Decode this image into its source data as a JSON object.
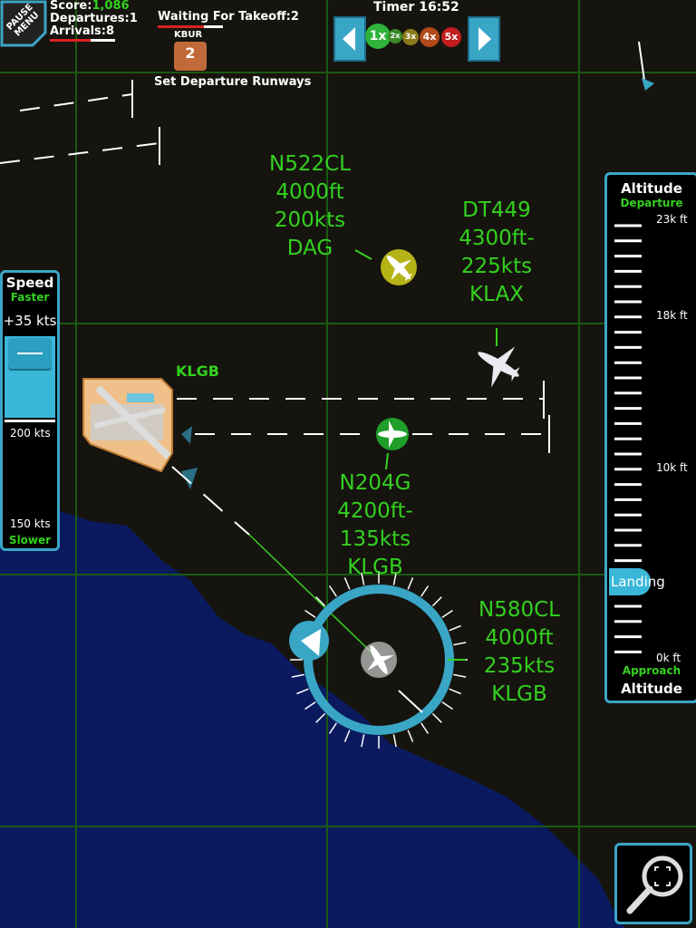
{
  "colors": {
    "ground": "#16140f",
    "water": "#0b1a5e",
    "grid": "#1a5a12",
    "label_green": "#33d11f",
    "panel_border": "#3aa6c6"
  },
  "hud": {
    "pause_menu": "PAUSE MENU",
    "score_label": "Score:",
    "score_value": "1,086",
    "departures": "Departures:1",
    "arrivals": "Arrivals:8",
    "waiting": "Waiting For Takeoff:2",
    "airport_code": "KBUR",
    "queue_count": "2",
    "set_runways": "Set Departure Runways",
    "timer": "Timer 16:52"
  },
  "speed_controls": {
    "options": [
      "1x",
      "2x",
      "3x",
      "4x",
      "5x"
    ],
    "selected": "1x"
  },
  "airport": {
    "code": "KLGB"
  },
  "flights": [
    {
      "lines": [
        "N522CL",
        "4000ft",
        "200kts",
        "DAG"
      ]
    },
    {
      "lines": [
        "DT449",
        "4300ft-",
        "225kts",
        "KLAX"
      ]
    },
    {
      "lines": [
        "N204G",
        "4200ft-",
        "135kts",
        "KLGB"
      ]
    },
    {
      "lines": [
        "N580CL",
        "4000ft",
        "235kts",
        "KLGB"
      ]
    }
  ],
  "speed_panel": {
    "title": "Speed",
    "faster": "Faster",
    "current": "+35 kts",
    "mark_200": "200 kts",
    "mark_150": "150 kts",
    "slower": "Slower",
    "level": 0.78
  },
  "altitude_panel": {
    "title_top": "Altitude",
    "departure": "Departure",
    "marks": [
      "23k ft",
      "18k ft",
      "10k ft",
      "0k ft"
    ],
    "landing": "Landing",
    "approach": "Approach",
    "title_bottom": "Altitude"
  },
  "icons": {
    "pause": "pause-menu-icon",
    "zoom": "magnifier-icon",
    "arrow_left": "arrow-left-icon",
    "arrow_right": "arrow-right-icon"
  }
}
